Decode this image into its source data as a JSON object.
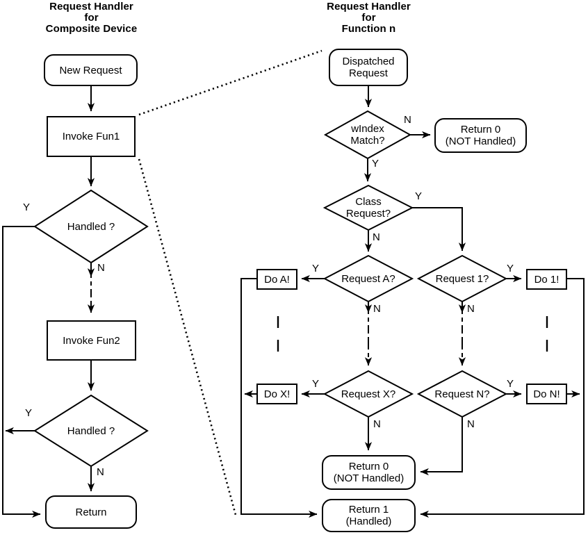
{
  "figure": {
    "left": {
      "title": "Request Handler\nfor\nComposite Device",
      "nodes": {
        "new_request": "New Request",
        "invoke_fun1": "Invoke Fun1",
        "handled1": "Handled ?",
        "invoke_fun2": "Invoke Fun2",
        "handled2": "Handled ?",
        "return": "Return"
      },
      "labels": {
        "handled1_y": "Y",
        "handled1_n": "N",
        "handled2_y": "Y",
        "handled2_n": "N"
      }
    },
    "right": {
      "title": "Request Handler\nfor\nFunction n",
      "nodes": {
        "dispatched": "Dispatched\nRequest",
        "windex": "wIndex\nMatch?",
        "return0_top": "Return 0\n(NOT Handled)",
        "class_request": "Class\nRequest?",
        "request_a": "Request A?",
        "request_1": "Request 1?",
        "do_a": "Do A!",
        "do_1": "Do 1!",
        "request_x": "Request X?",
        "request_n": "Request N?",
        "do_x": "Do X!",
        "do_n": "Do N!",
        "return0_bottom": "Return 0\n(NOT Handled)",
        "return1": "Return 1\n(Handled)"
      },
      "labels": {
        "windex_n": "N",
        "windex_y": "Y",
        "class_y": "Y",
        "class_n": "N",
        "request_a_y": "Y",
        "request_a_n": "N",
        "request_1_y": "Y",
        "request_1_n": "N",
        "request_x_y": "Y",
        "request_x_n": "N",
        "request_n_y": "Y",
        "request_n_n": "N"
      }
    },
    "colors": {
      "stroke": "#000000",
      "background": "#ffffff"
    }
  }
}
